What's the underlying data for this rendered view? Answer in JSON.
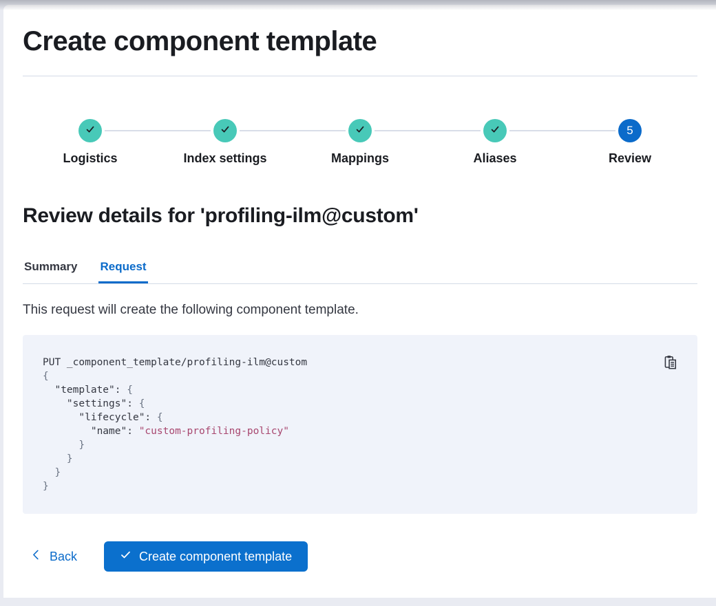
{
  "page_title": "Create component template",
  "stepper": {
    "steps": [
      {
        "label": "Logistics",
        "status": "complete",
        "icon": "check-icon"
      },
      {
        "label": "Index settings",
        "status": "complete",
        "icon": "check-icon"
      },
      {
        "label": "Mappings",
        "status": "complete",
        "icon": "check-icon"
      },
      {
        "label": "Aliases",
        "status": "complete",
        "icon": "check-icon"
      },
      {
        "label": "Review",
        "status": "current",
        "number": "5"
      }
    ]
  },
  "review": {
    "heading": "Review details for 'profiling-ilm@custom'",
    "tabs": [
      {
        "label": "Summary",
        "selected": false
      },
      {
        "label": "Request",
        "selected": true
      }
    ],
    "description": "This request will create the following component template."
  },
  "code_block": {
    "copy_icon": "copy-clipboard-icon",
    "lines": [
      [
        {
          "c": "plain",
          "t": "PUT _component_template/profiling-ilm@custom"
        }
      ],
      [
        {
          "c": "punc",
          "t": "{"
        }
      ],
      [
        {
          "c": "plain",
          "t": "  "
        },
        {
          "c": "key",
          "t": "\"template\""
        },
        {
          "c": "plain",
          "t": ": "
        },
        {
          "c": "punc",
          "t": "{"
        }
      ],
      [
        {
          "c": "plain",
          "t": "    "
        },
        {
          "c": "key",
          "t": "\"settings\""
        },
        {
          "c": "plain",
          "t": ": "
        },
        {
          "c": "punc",
          "t": "{"
        }
      ],
      [
        {
          "c": "plain",
          "t": "      "
        },
        {
          "c": "key",
          "t": "\"lifecycle\""
        },
        {
          "c": "plain",
          "t": ": "
        },
        {
          "c": "punc",
          "t": "{"
        }
      ],
      [
        {
          "c": "plain",
          "t": "        "
        },
        {
          "c": "key",
          "t": "\"name\""
        },
        {
          "c": "plain",
          "t": ": "
        },
        {
          "c": "str",
          "t": "\"custom-profiling-policy\""
        }
      ],
      [
        {
          "c": "punc",
          "t": "      }"
        }
      ],
      [
        {
          "c": "punc",
          "t": "    }"
        }
      ],
      [
        {
          "c": "punc",
          "t": "  }"
        }
      ],
      [
        {
          "c": "punc",
          "t": "}"
        }
      ]
    ]
  },
  "footer": {
    "back_label": "Back",
    "back_icon": "chevron-left-icon",
    "submit_label": "Create component template",
    "submit_icon": "check-icon"
  },
  "colors": {
    "primary_blue": "#0b6bca",
    "success_teal": "#48c9b8",
    "code_string_pink": "#a8476f",
    "code_background": "#f0f3fa",
    "border_gray": "#d3dae6",
    "heading_text": "#1a1c21",
    "body_text": "#343741"
  }
}
